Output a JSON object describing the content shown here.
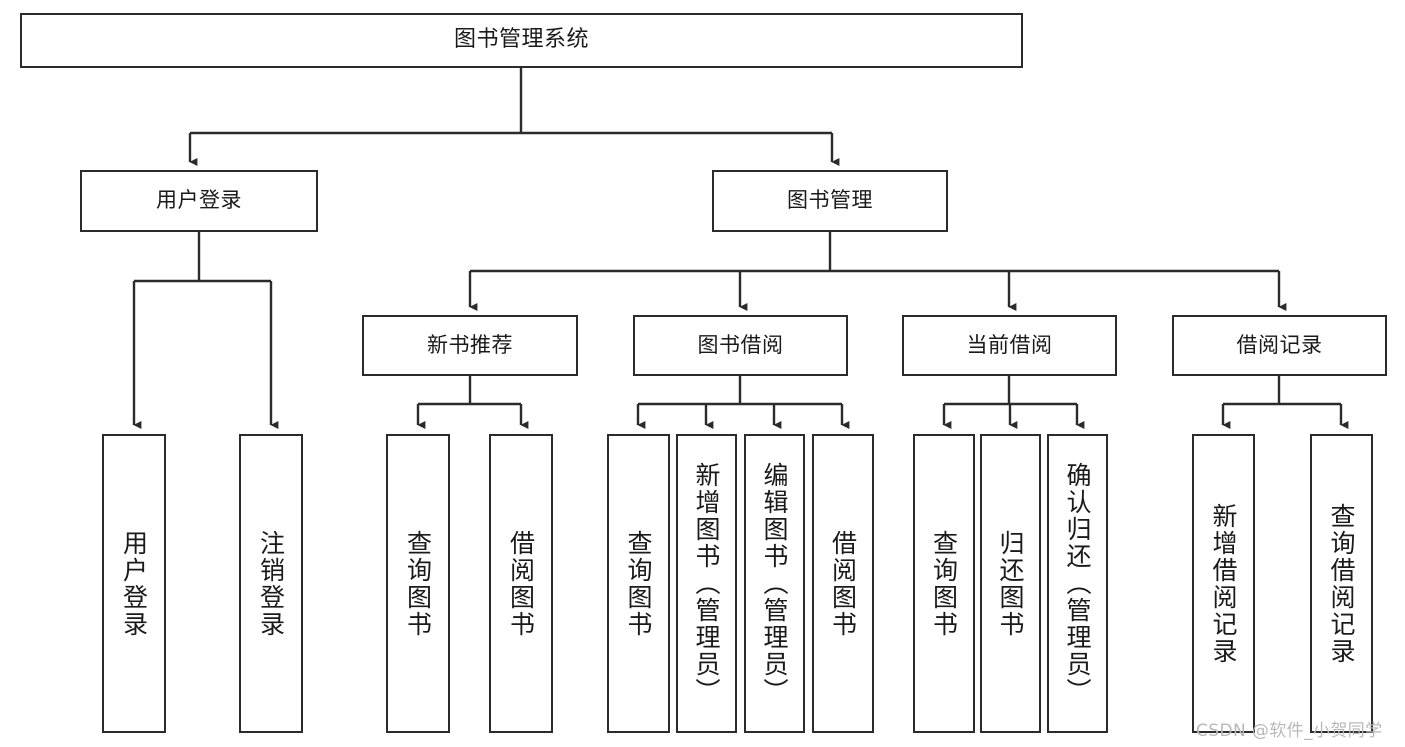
{
  "diagram": {
    "title": "图书管理系统",
    "type": "tree-hierarchy",
    "watermark": "CSDN @软件_小贺同学",
    "root": {
      "label": "图书管理系统"
    },
    "level2": [
      {
        "label": "用户登录"
      },
      {
        "label": "图书管理"
      }
    ],
    "level3": [
      {
        "label": "新书推荐"
      },
      {
        "label": "图书借阅"
      },
      {
        "label": "当前借阅"
      },
      {
        "label": "借阅记录"
      }
    ],
    "leaves": {
      "user_login": [
        {
          "label": "用户登录"
        },
        {
          "label": "注销登录"
        }
      ],
      "new_book_recommend": [
        {
          "label": "查询图书"
        },
        {
          "label": "借阅图书"
        }
      ],
      "book_borrow": [
        {
          "label": "查询图书"
        },
        {
          "label": "新增图书（管理员）"
        },
        {
          "label": "编辑图书（管理员）"
        },
        {
          "label": "借阅图书"
        }
      ],
      "current_borrow": [
        {
          "label": "查询图书"
        },
        {
          "label": "归还图书"
        },
        {
          "label": "确认归还（管理员）"
        }
      ],
      "borrow_record": [
        {
          "label": "新增借阅记录"
        },
        {
          "label": "查询借阅记录"
        }
      ]
    },
    "colors": {
      "stroke": "#2b2b2b",
      "fill": "#ffffff",
      "text": "#1a1a1a",
      "watermark": "#b9b9b9"
    }
  }
}
